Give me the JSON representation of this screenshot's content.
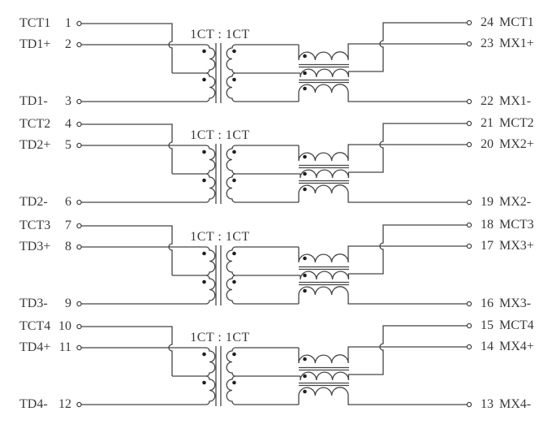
{
  "diagram": {
    "ratio_label": "1CT : 1CT",
    "colors": {
      "wire": "#454545",
      "text": "#383838",
      "dot": "#1f1f1f",
      "background": "#ffffff"
    },
    "channels": [
      {
        "id": 1,
        "ratio_label": "1CT : 1CT",
        "left_pins": [
          {
            "label": "TCT1",
            "pin": "1"
          },
          {
            "label": "TD1+",
            "pin": "2"
          },
          {
            "label": "TD1-",
            "pin": "3"
          }
        ],
        "right_pins": [
          {
            "pin": "24",
            "label": "MCT1"
          },
          {
            "pin": "23",
            "label": "MX1+"
          },
          {
            "pin": "22",
            "label": "MX1-"
          }
        ]
      },
      {
        "id": 2,
        "ratio_label": "1CT : 1CT",
        "left_pins": [
          {
            "label": "TCT2",
            "pin": "4"
          },
          {
            "label": "TD2+",
            "pin": "5"
          },
          {
            "label": "TD2-",
            "pin": "6"
          }
        ],
        "right_pins": [
          {
            "pin": "21",
            "label": "MCT2"
          },
          {
            "pin": "20",
            "label": "MX2+"
          },
          {
            "pin": "19",
            "label": "MX2-"
          }
        ]
      },
      {
        "id": 3,
        "ratio_label": "1CT : 1CT",
        "left_pins": [
          {
            "label": "TCT3",
            "pin": "7"
          },
          {
            "label": "TD3+",
            "pin": "8"
          },
          {
            "label": "TD3-",
            "pin": "9"
          }
        ],
        "right_pins": [
          {
            "pin": "18",
            "label": "MCT3"
          },
          {
            "pin": "17",
            "label": "MX3+"
          },
          {
            "pin": "16",
            "label": "MX3-"
          }
        ]
      },
      {
        "id": 4,
        "ratio_label": "1CT : 1CT",
        "left_pins": [
          {
            "label": "TCT4",
            "pin": "10"
          },
          {
            "label": "TD4+",
            "pin": "11"
          },
          {
            "label": "TD4-",
            "pin": "12"
          }
        ],
        "right_pins": [
          {
            "pin": "15",
            "label": "MCT4"
          },
          {
            "pin": "14",
            "label": "MX4+"
          },
          {
            "pin": "13",
            "label": "MX4-"
          }
        ]
      }
    ]
  }
}
